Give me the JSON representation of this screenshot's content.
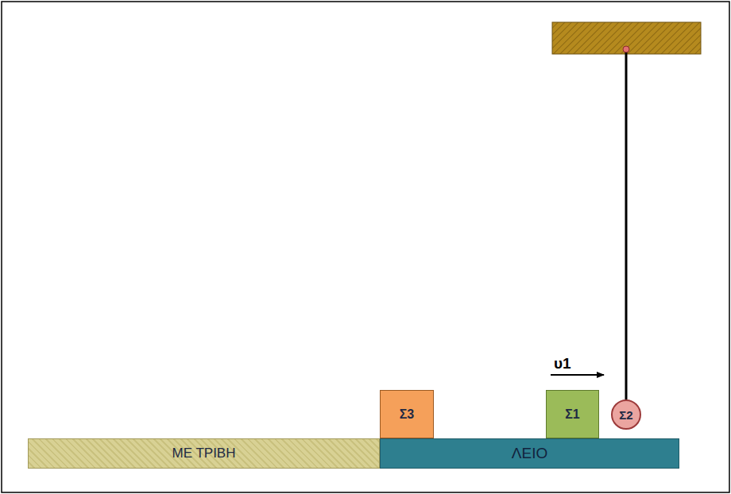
{
  "diagram": {
    "nodes": [
      {
        "text": [
          "ΜΕ ΤΡΙΒΗ"
        ]
      },
      {
        "text": [
          "ΛΕΙΟ"
        ]
      },
      {
        "text": [
          "Σ3"
        ]
      },
      {
        "text": [
          "Σ1"
        ]
      },
      {
        "text": [
          "Σ2"
        ]
      }
    ],
    "labels": [
      "υ1"
    ]
  }
}
